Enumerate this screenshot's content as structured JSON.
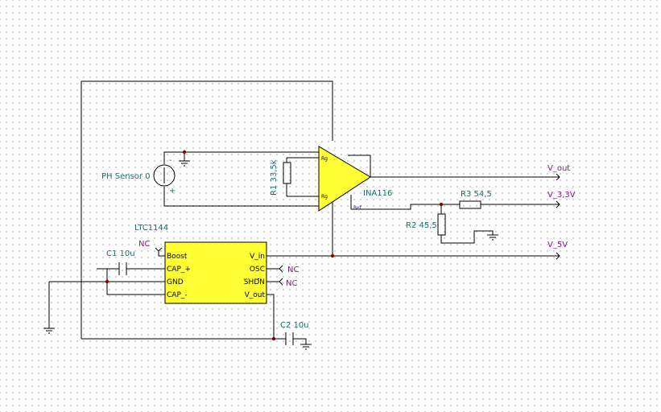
{
  "components": {
    "ph_sensor": {
      "label": "PH Sensor 0",
      "minus": "-",
      "plus": "+"
    },
    "r1": {
      "label": "R1 33,5k"
    },
    "r2": {
      "label": "R2 45,5"
    },
    "r3": {
      "label": "R3 54,5"
    },
    "c1": {
      "label": "C1 10u"
    },
    "c2": {
      "label": "C2 10u"
    },
    "amplifier": {
      "label": "INA116",
      "pin_rg_top": "Rg",
      "pin_rg_bottom": "Rg",
      "pin_ref": "Ref"
    },
    "regulator": {
      "label": "LTC1144",
      "fill_color": "#ffff33",
      "pins": {
        "boost": "Boost",
        "cap_plus": "CAP_+",
        "gnd": "GND",
        "cap_minus": "CAP_-",
        "v_in": "V_in",
        "osc": "OSC",
        "shdn": "SHDN",
        "v_out": "V_out"
      }
    },
    "opamp_fill_color": "#ffff33"
  },
  "no_connect": {
    "boost": "NC",
    "osc": "NC",
    "shdn": "NC"
  },
  "ports": {
    "v_out": "V_out",
    "v_3v3": "V_3,3V",
    "v_5v": "V_5V"
  },
  "colors": {
    "label": "#1a6e6e",
    "port": "#7a1f7a",
    "wire": "#000000",
    "junction": "#8b0000"
  }
}
